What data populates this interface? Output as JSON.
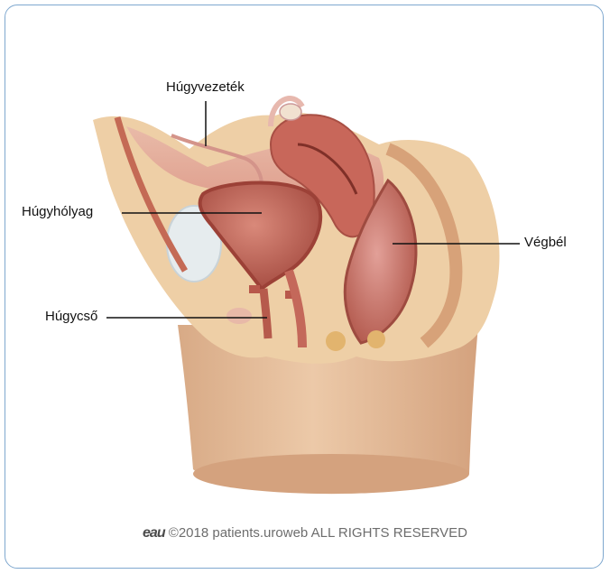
{
  "labels": {
    "ureter": "Húgyvezeték",
    "bladder": "Húgyhólyag",
    "urethra": "Húgycső",
    "rectum": "Végbél"
  },
  "footer": {
    "logo": "eau",
    "copyright": "©2018 patients.uroweb ALL RIGHTS RESERVED"
  },
  "colors": {
    "frame": "#7fa8cf",
    "skin": "#e7bf9c",
    "tissue": "#f0d2a9",
    "organ_wall": "#c9695a",
    "organ_inner": "#b56652",
    "leader_line": "#111111"
  }
}
